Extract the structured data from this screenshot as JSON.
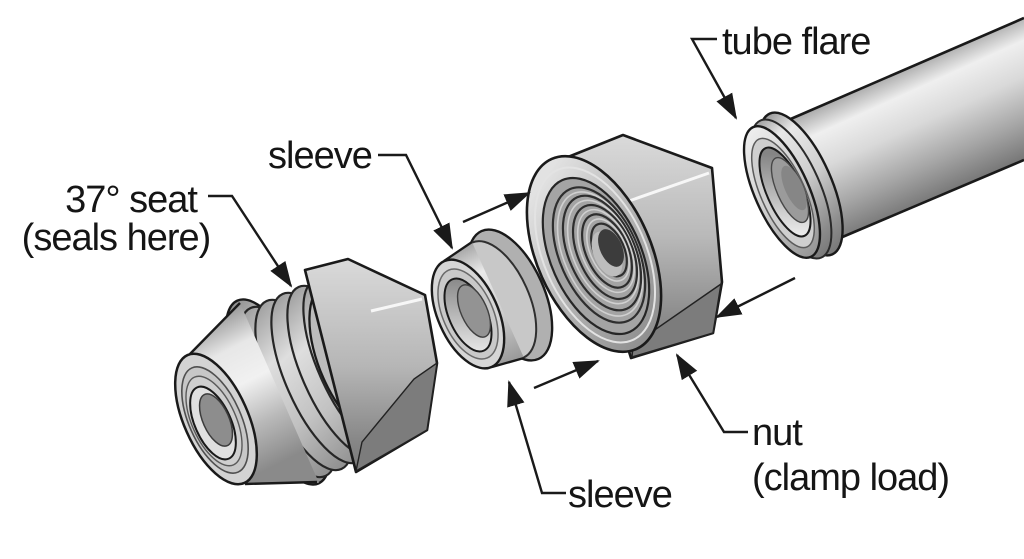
{
  "diagram": {
    "type": "exploded-view-technical-illustration",
    "subject": "37-degree flare tube fitting assembly",
    "background": "#ffffff",
    "line_color": "#1a1a1a",
    "text_color": "#151515",
    "metal_light": "#f0f0f0",
    "metal_mid": "#c6c6c6",
    "metal_dark": "#7c7c7c",
    "labels": {
      "tube_flare": "tube flare",
      "sleeve_top": "sleeve",
      "seat_line1": "37° seat",
      "seat_line2": "(seals here)",
      "sleeve_bottom": "sleeve",
      "nut_line1": "nut",
      "nut_line2": "(clamp load)"
    },
    "parts": [
      "fitting-body-37-seat",
      "sleeve",
      "nut",
      "tube-with-flare"
    ]
  }
}
